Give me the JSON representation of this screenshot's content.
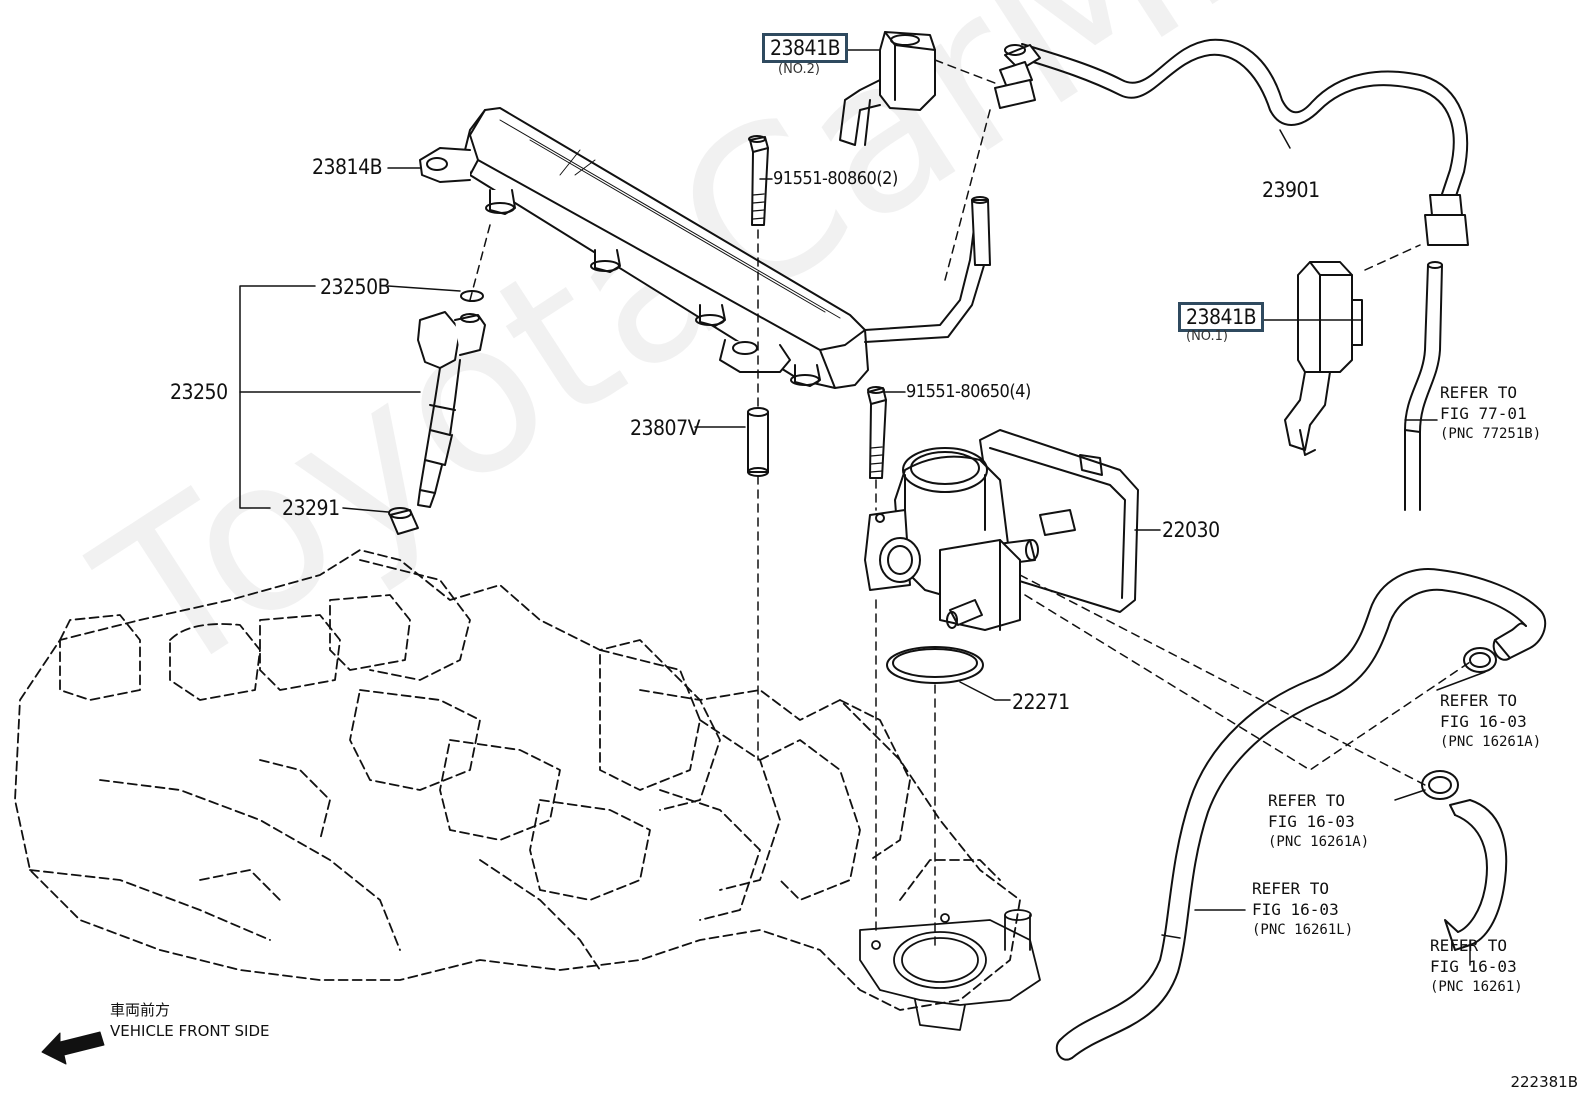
{
  "watermark": "ToyotaCarMine.ru",
  "diagram_number": "222381B",
  "front_marker": {
    "jp": "車両前方",
    "en": "VEHICLE FRONT SIDE"
  },
  "parts": {
    "p23841B_2": {
      "code": "23841B",
      "sub": "(NO.2)"
    },
    "p23841B_1": {
      "code": "23841B",
      "sub": "(NO.1)"
    },
    "p23814B": "23814B",
    "p91551_80860": "91551-80860(2)",
    "p23901": "23901",
    "p23250B": "23250B",
    "p23250": "23250",
    "p23291": "23291",
    "p23807V": "23807V",
    "p91551_80650": "91551-80650(4)",
    "p22030": "22030",
    "p22271": "22271"
  },
  "refs": [
    {
      "line1": "REFER TO",
      "line2": "FIG 77-01",
      "line3": "(PNC 77251B)"
    },
    {
      "line1": "REFER TO",
      "line2": "FIG 16-03",
      "line3": "(PNC 16261A)"
    },
    {
      "line1": "REFER TO",
      "line2": "FIG 16-03",
      "line3": "(PNC 16261A)"
    },
    {
      "line1": "REFER TO",
      "line2": "FIG 16-03",
      "line3": "(PNC 16261L)"
    },
    {
      "line1": "REFER TO",
      "line2": "FIG 16-03",
      "line3": "(PNC 16261)"
    }
  ]
}
